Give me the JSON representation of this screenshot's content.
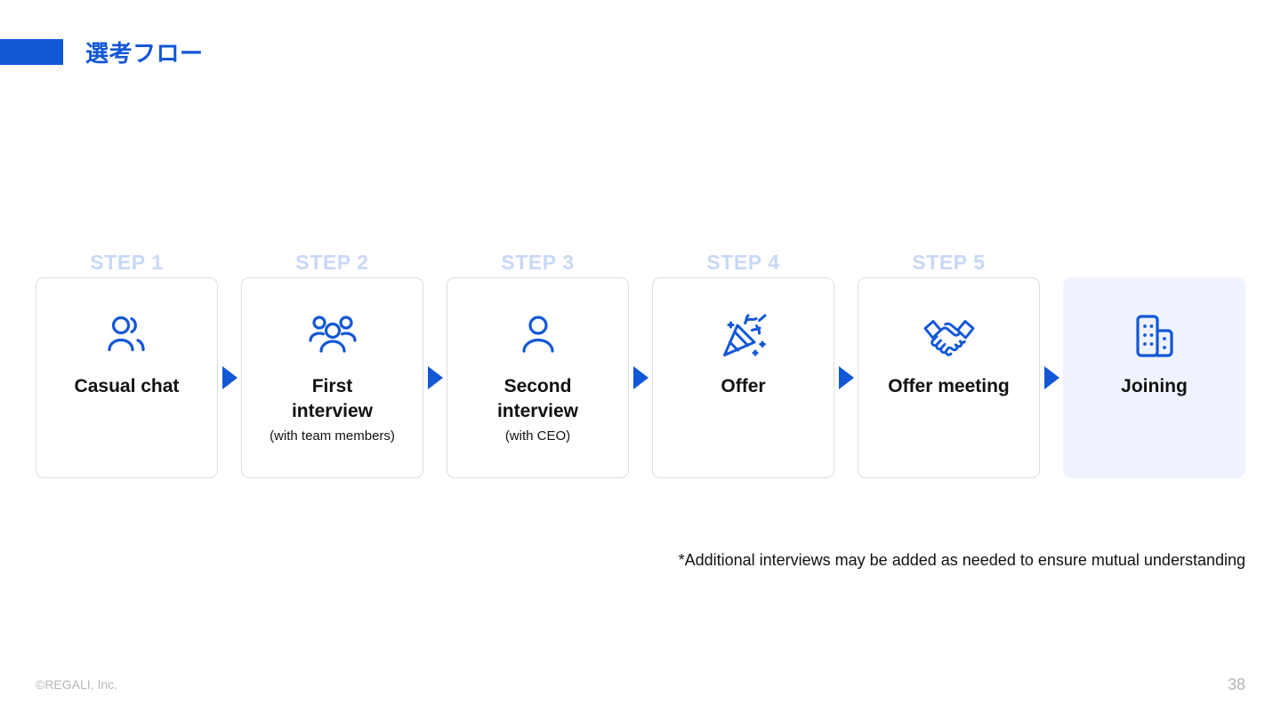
{
  "slide": {
    "title": "選考フロー",
    "accent_color": "#1257d6",
    "background": "#ffffff"
  },
  "flow": {
    "step_label_color": "#c8d8f6",
    "icon_color": "#1257d6",
    "arrow_color": "#1257d6",
    "highlight_background": "#eff3fe",
    "steps": [
      {
        "step_label": "STEP 1",
        "title": "Casual chat",
        "sub": "",
        "icon": "two-people-icon",
        "highlight": false
      },
      {
        "step_label": "STEP 2",
        "title": "First\ninterview",
        "sub": "(with team members)",
        "icon": "group-of-three-people-icon",
        "highlight": false
      },
      {
        "step_label": "STEP 3",
        "title": "Second\ninterview",
        "sub": "(with CEO)",
        "icon": "single-person-icon",
        "highlight": false
      },
      {
        "step_label": "STEP 4",
        "title": "Offer",
        "sub": "",
        "icon": "party-popper-icon",
        "highlight": false
      },
      {
        "step_label": "STEP 5",
        "title": "Offer meeting",
        "sub": "",
        "icon": "handshake-icon",
        "highlight": false
      },
      {
        "step_label": "",
        "title": "Joining",
        "sub": "",
        "icon": "office-buildings-icon",
        "highlight": true
      }
    ]
  },
  "footnote": "*Additional interviews may be added as needed to ensure mutual understanding",
  "footer": {
    "copyright": "©REGALI, Inc.",
    "page_number": "38"
  }
}
